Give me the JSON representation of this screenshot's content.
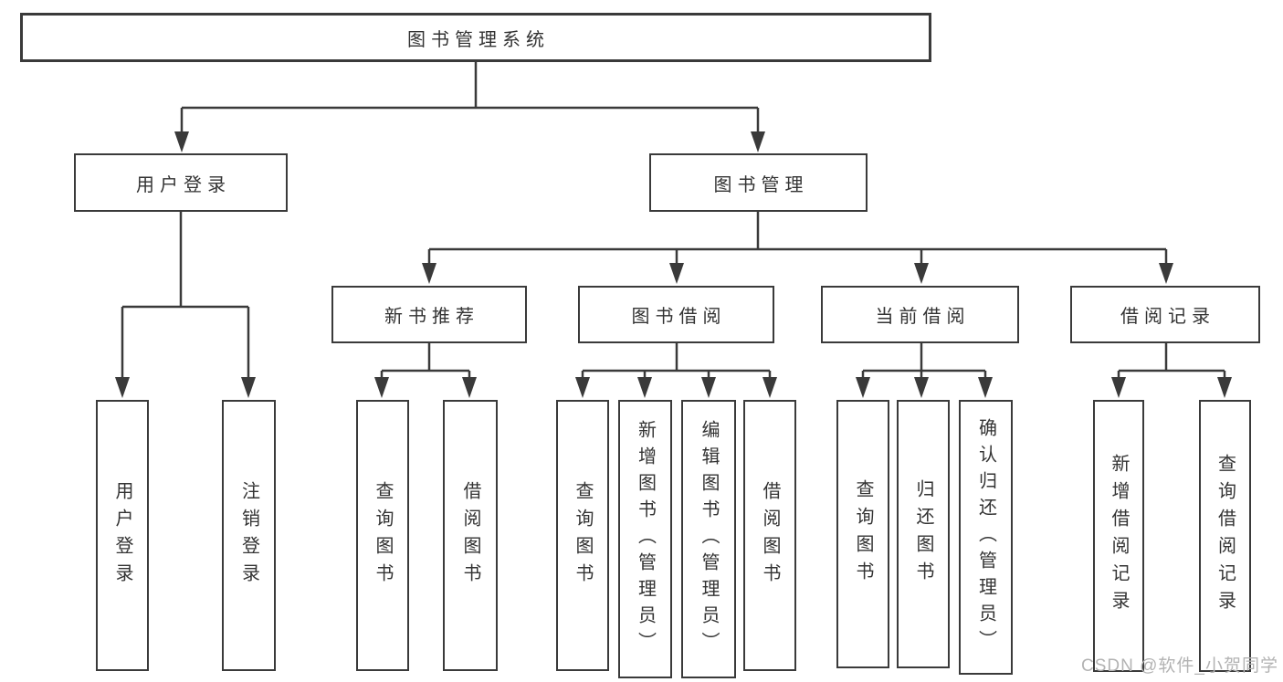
{
  "diagram_title": "图书管理系统",
  "colors": {
    "line": "#3a3a3a",
    "text": "#333333",
    "background": "#ffffff",
    "watermark": "#b3b3b3"
  },
  "nodes": {
    "root": {
      "label": "图书管理系统"
    },
    "user_login": {
      "label": "用户登录"
    },
    "book_management": {
      "label": "图书管理"
    },
    "new_book_recommend": {
      "label": "新书推荐"
    },
    "book_borrowing": {
      "label": "图书借阅"
    },
    "current_borrowing": {
      "label": "当前借阅"
    },
    "borrowing_records": {
      "label": "借阅记录"
    },
    "leaf_user_login": {
      "label": "用户登录"
    },
    "leaf_logout": {
      "label": "注销登录"
    },
    "leaf_query_books_recommend": {
      "label": "查询图书"
    },
    "leaf_borrow_books_recommend": {
      "label": "借阅图书"
    },
    "leaf_query_books_borrowing": {
      "label": "查询图书"
    },
    "leaf_add_books_admin": {
      "label": "新增图书（管理员）"
    },
    "leaf_edit_books_admin": {
      "label": "编辑图书（管理员）"
    },
    "leaf_borrow_books_borrowing": {
      "label": "借阅图书"
    },
    "leaf_query_books_current": {
      "label": "查询图书"
    },
    "leaf_return_books": {
      "label": "归还图书"
    },
    "leaf_confirm_return_admin": {
      "label": "确认归还（管理员）"
    },
    "leaf_add_borrow_record": {
      "label": "新增借阅记录"
    },
    "leaf_query_borrow_record": {
      "label": "查询借阅记录"
    }
  },
  "hierarchy": {
    "图书管理系统": {
      "用户登录": [
        "用户登录",
        "注销登录"
      ],
      "图书管理": {
        "新书推荐": [
          "查询图书",
          "借阅图书"
        ],
        "图书借阅": [
          "查询图书",
          "新增图书（管理员）",
          "编辑图书（管理员）",
          "借阅图书"
        ],
        "当前借阅": [
          "查询图书",
          "归还图书",
          "确认归还（管理员）"
        ],
        "借阅记录": [
          "新增借阅记录",
          "查询借阅记录"
        ]
      }
    }
  },
  "watermark": {
    "text": "CSDN @软件_小贺同学"
  }
}
